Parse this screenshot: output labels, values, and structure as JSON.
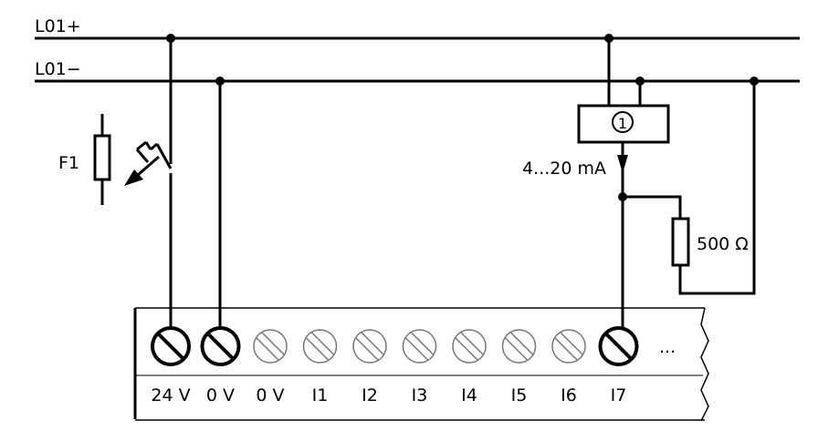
{
  "rails": {
    "positive_label": "L01+",
    "negative_label": "L01−"
  },
  "fuse_label": "F1",
  "sensor_label": "1",
  "current_label": "4...20 mA",
  "resistor_label": "500 Ω",
  "terminals": [
    {
      "label": "24 V",
      "style": "active"
    },
    {
      "label": "0 V",
      "style": "active"
    },
    {
      "label": "0 V",
      "style": "inactive"
    },
    {
      "label": "I1",
      "style": "inactive"
    },
    {
      "label": "I2",
      "style": "inactive"
    },
    {
      "label": "I3",
      "style": "inactive"
    },
    {
      "label": "I4",
      "style": "inactive"
    },
    {
      "label": "I5",
      "style": "inactive"
    },
    {
      "label": "I6",
      "style": "inactive"
    },
    {
      "label": "I7",
      "style": "active"
    }
  ],
  "more_label": "..."
}
